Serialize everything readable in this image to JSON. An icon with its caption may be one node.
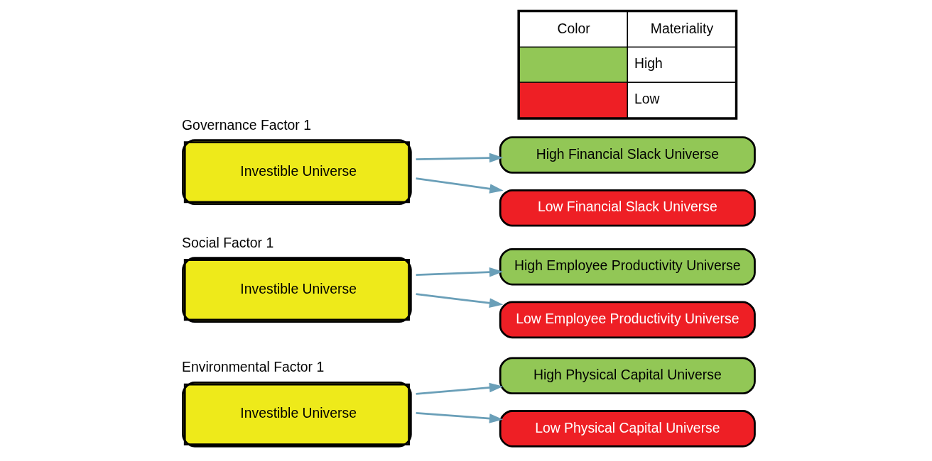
{
  "diagram": {
    "nodes": [
      {
        "text": [
          "Environmental Factor 1",
          "Investible Universe"
        ]
      },
      {
        "text": [
          "High Physical Capital Universe"
        ]
      },
      {
        "text": [
          "Low Physical Capital Universe"
        ]
      },
      {
        "text": [
          "Social Factor 1",
          "Investible Universe"
        ]
      },
      {
        "text": [
          "High Employee Productivity Universe"
        ]
      },
      {
        "text": [
          "Low Employee Productivity Universe"
        ]
      },
      {
        "text": [
          "Governance Factor 1",
          "Investible Universe"
        ]
      },
      {
        "text": [
          "High Financial Slack Universe"
        ]
      },
      {
        "text": [
          "Low Financial Slack Universe"
        ]
      }
    ],
    "edges": [
      {
        "from": 0,
        "to": 1,
        "arrow": "to"
      },
      {
        "from": 0,
        "to": 2,
        "arrow": "to"
      },
      {
        "from": 3,
        "to": 4,
        "arrow": "to"
      },
      {
        "from": 3,
        "to": 5,
        "arrow": "to"
      },
      {
        "from": 6,
        "to": 7,
        "arrow": "to"
      },
      {
        "from": 6,
        "to": 8,
        "arrow": "to"
      }
    ],
    "labels": [
      "Color",
      "Materiality"
    ],
    "legend": [
      {
        "text": "High",
        "color": "#92c756"
      },
      {
        "text": "Low",
        "color": "#ee1f25"
      }
    ]
  }
}
